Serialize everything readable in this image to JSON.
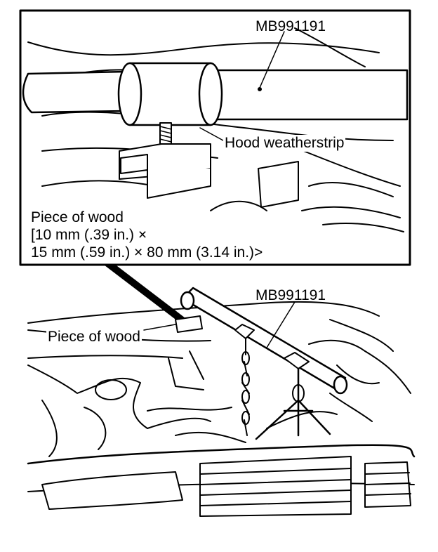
{
  "detail_view": {
    "tool_label": "MB991191",
    "weatherstrip_label": "Hood weatherstrip",
    "wood_title": "Piece of wood",
    "wood_dim_line1": "[10 mm (.39 in.) ×",
    "wood_dim_line2": "15 mm (.59 in.) × 80 mm (3.14 in.)>"
  },
  "main_view": {
    "tool_label": "MB991191",
    "wood_label": "Piece of wood"
  }
}
